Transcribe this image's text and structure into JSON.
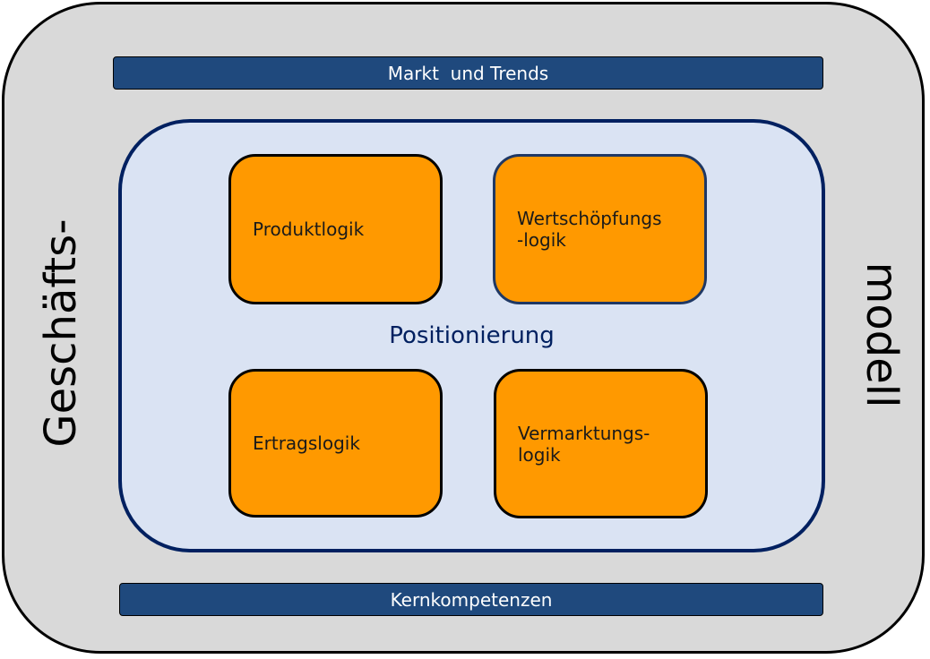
{
  "diagram": {
    "top_bar": "Markt  und Trends",
    "bottom_bar": "Kernkompetenzen",
    "center_label": "Positionierung",
    "side_left": "Geschäfts-",
    "side_right": "modell",
    "boxes": [
      {
        "label": "Produktlogik"
      },
      {
        "label": "Wertschöpfungs\n-logik"
      },
      {
        "label": "Ertragslogik"
      },
      {
        "label": "Vermarktungs-\nlogik"
      }
    ]
  },
  "colors": {
    "outer_fill": "#d9d9d9",
    "inner_fill": "#dae3f3",
    "inner_border": "#002060",
    "bar_fill": "#1f497d",
    "box_fill": "#ff9900",
    "center_text": "#002060"
  }
}
